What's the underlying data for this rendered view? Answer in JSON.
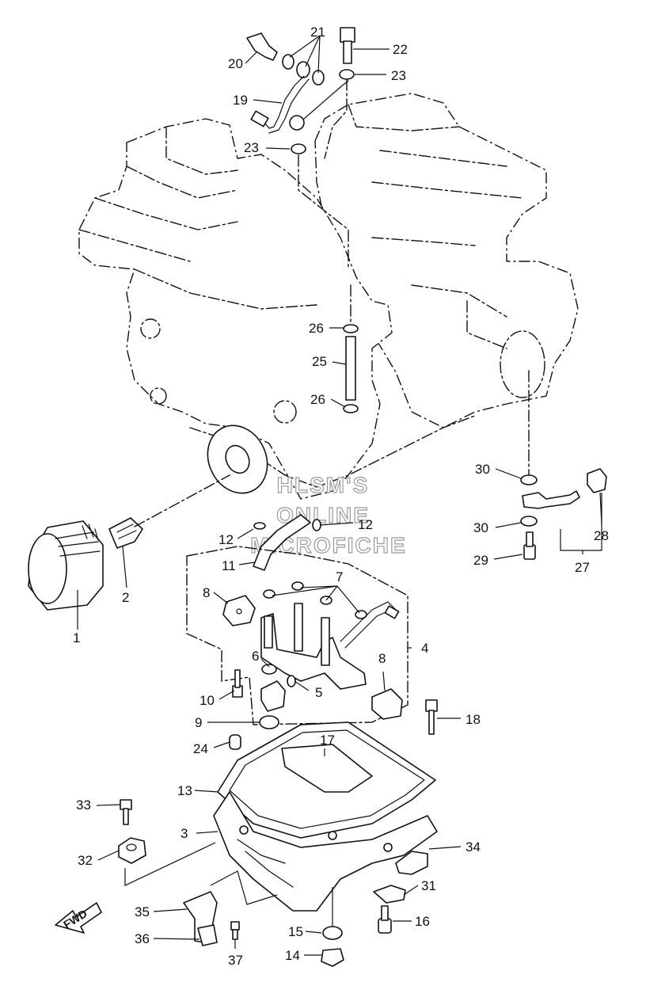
{
  "diagram": {
    "callouts": [
      "1",
      "2",
      "3",
      "4",
      "5",
      "6",
      "7",
      "8",
      "8",
      "9",
      "10",
      "11",
      "12",
      "12",
      "13",
      "14",
      "15",
      "16",
      "17",
      "18",
      "19",
      "20",
      "21",
      "22",
      "23",
      "23",
      "24",
      "25",
      "26",
      "26",
      "27",
      "28",
      "29",
      "30",
      "30",
      "31",
      "32",
      "33",
      "34",
      "35",
      "36",
      "37"
    ]
  },
  "watermark": {
    "line1": "HLSM'S",
    "line2": "ONLINE",
    "line3": "MICROFICHE"
  },
  "direction": {
    "label": "FWD"
  },
  "colors": {
    "line": "#111111",
    "watermark_outline": "#9a9a9a",
    "background": "#ffffff"
  }
}
